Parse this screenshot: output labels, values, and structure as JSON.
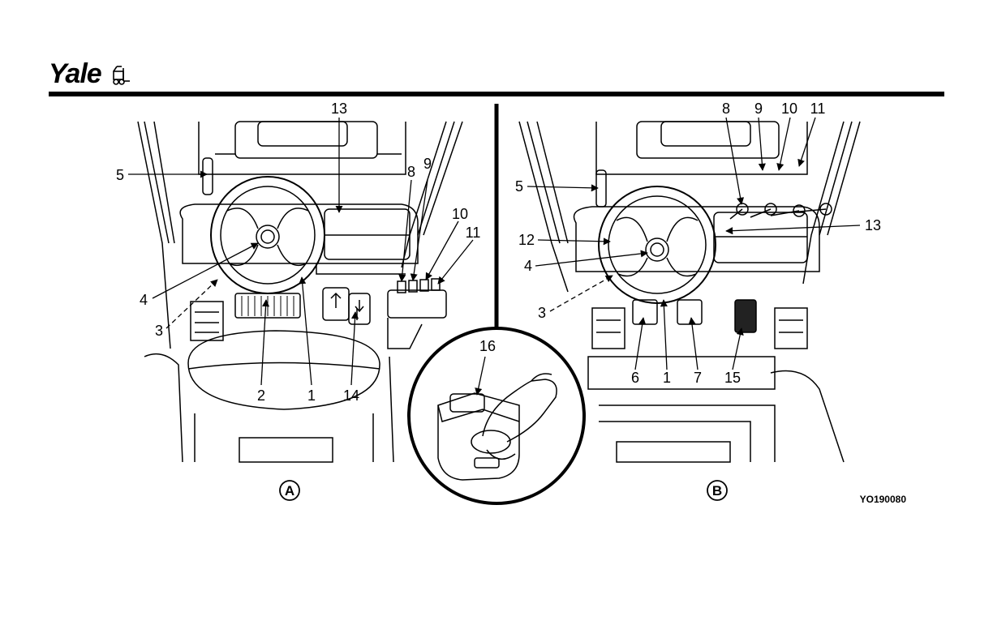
{
  "brand": {
    "name": "Yale"
  },
  "panel_a": {
    "letter": "A",
    "callouts": {
      "c13": "13",
      "c5": "5",
      "c8": "8",
      "c9": "9",
      "c10": "10",
      "c11": "11",
      "c4": "4",
      "c3": "3",
      "c2": "2",
      "c1": "1",
      "c14": "14"
    }
  },
  "inset": {
    "callout": "16"
  },
  "panel_b": {
    "letter": "B",
    "callouts": {
      "c8": "8",
      "c9": "9",
      "c10": "10",
      "c11": "11",
      "c5": "5",
      "c13": "13",
      "c12": "12",
      "c4": "4",
      "c3": "3",
      "c6": "6",
      "c1": "1",
      "c7": "7",
      "c15": "15"
    }
  },
  "figure_id": "YO190080"
}
